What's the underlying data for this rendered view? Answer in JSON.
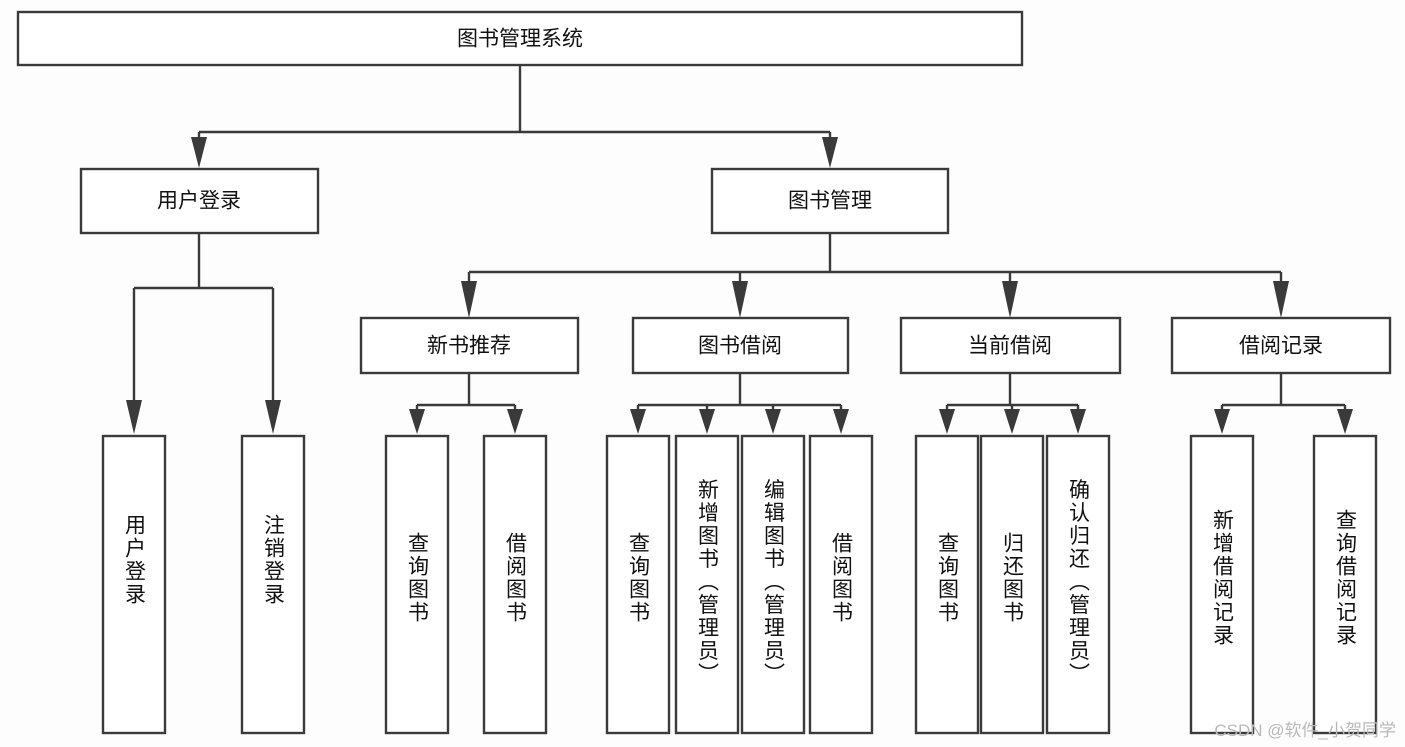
{
  "diagram": {
    "title": "图书管理系统",
    "type": "tree-hierarchy-diagram",
    "orientation": "top-down",
    "colors": {
      "background": "#fdfdfd",
      "box_fill": "#ffffff",
      "line": "#3a3a3a",
      "text": "#111111",
      "watermark": "#b9b9b9"
    },
    "root": {
      "label": "图书管理系统",
      "level": 1
    },
    "level2": [
      {
        "label": "用户登录",
        "level": 2
      },
      {
        "label": "图书管理",
        "level": 2
      }
    ],
    "level3": [
      {
        "label": "新书推荐",
        "level": 3,
        "parent": "图书管理"
      },
      {
        "label": "图书借阅",
        "level": 3,
        "parent": "图书管理"
      },
      {
        "label": "当前借阅",
        "level": 3,
        "parent": "图书管理"
      },
      {
        "label": "借阅记录",
        "level": 3,
        "parent": "图书管理"
      }
    ],
    "leaves": {
      "user_login": [
        {
          "label": "用户登录",
          "parent": "用户登录"
        },
        {
          "label": "注销登录",
          "parent": "用户登录"
        }
      ],
      "new_book_recommend": [
        {
          "label": "查询图书",
          "parent": "新书推荐"
        },
        {
          "label": "借阅图书",
          "parent": "新书推荐"
        }
      ],
      "book_borrow": [
        {
          "label": "查询图书",
          "parent": "图书借阅"
        },
        {
          "label": "新增图书（管理员）",
          "parent": "图书借阅"
        },
        {
          "label": "编辑图书（管理员）",
          "parent": "图书借阅"
        },
        {
          "label": "借阅图书",
          "parent": "图书借阅"
        }
      ],
      "current_borrow": [
        {
          "label": "查询图书",
          "parent": "当前借阅"
        },
        {
          "label": "归还图书",
          "parent": "当前借阅"
        },
        {
          "label": "确认归还（管理员）",
          "parent": "当前借阅"
        }
      ],
      "borrow_record": [
        {
          "label": "新增借阅记录",
          "parent": "借阅记录"
        },
        {
          "label": "查询借阅记录",
          "parent": "借阅记录"
        }
      ]
    }
  },
  "watermark": {
    "text": "CSDN @软件_小贺同学"
  }
}
